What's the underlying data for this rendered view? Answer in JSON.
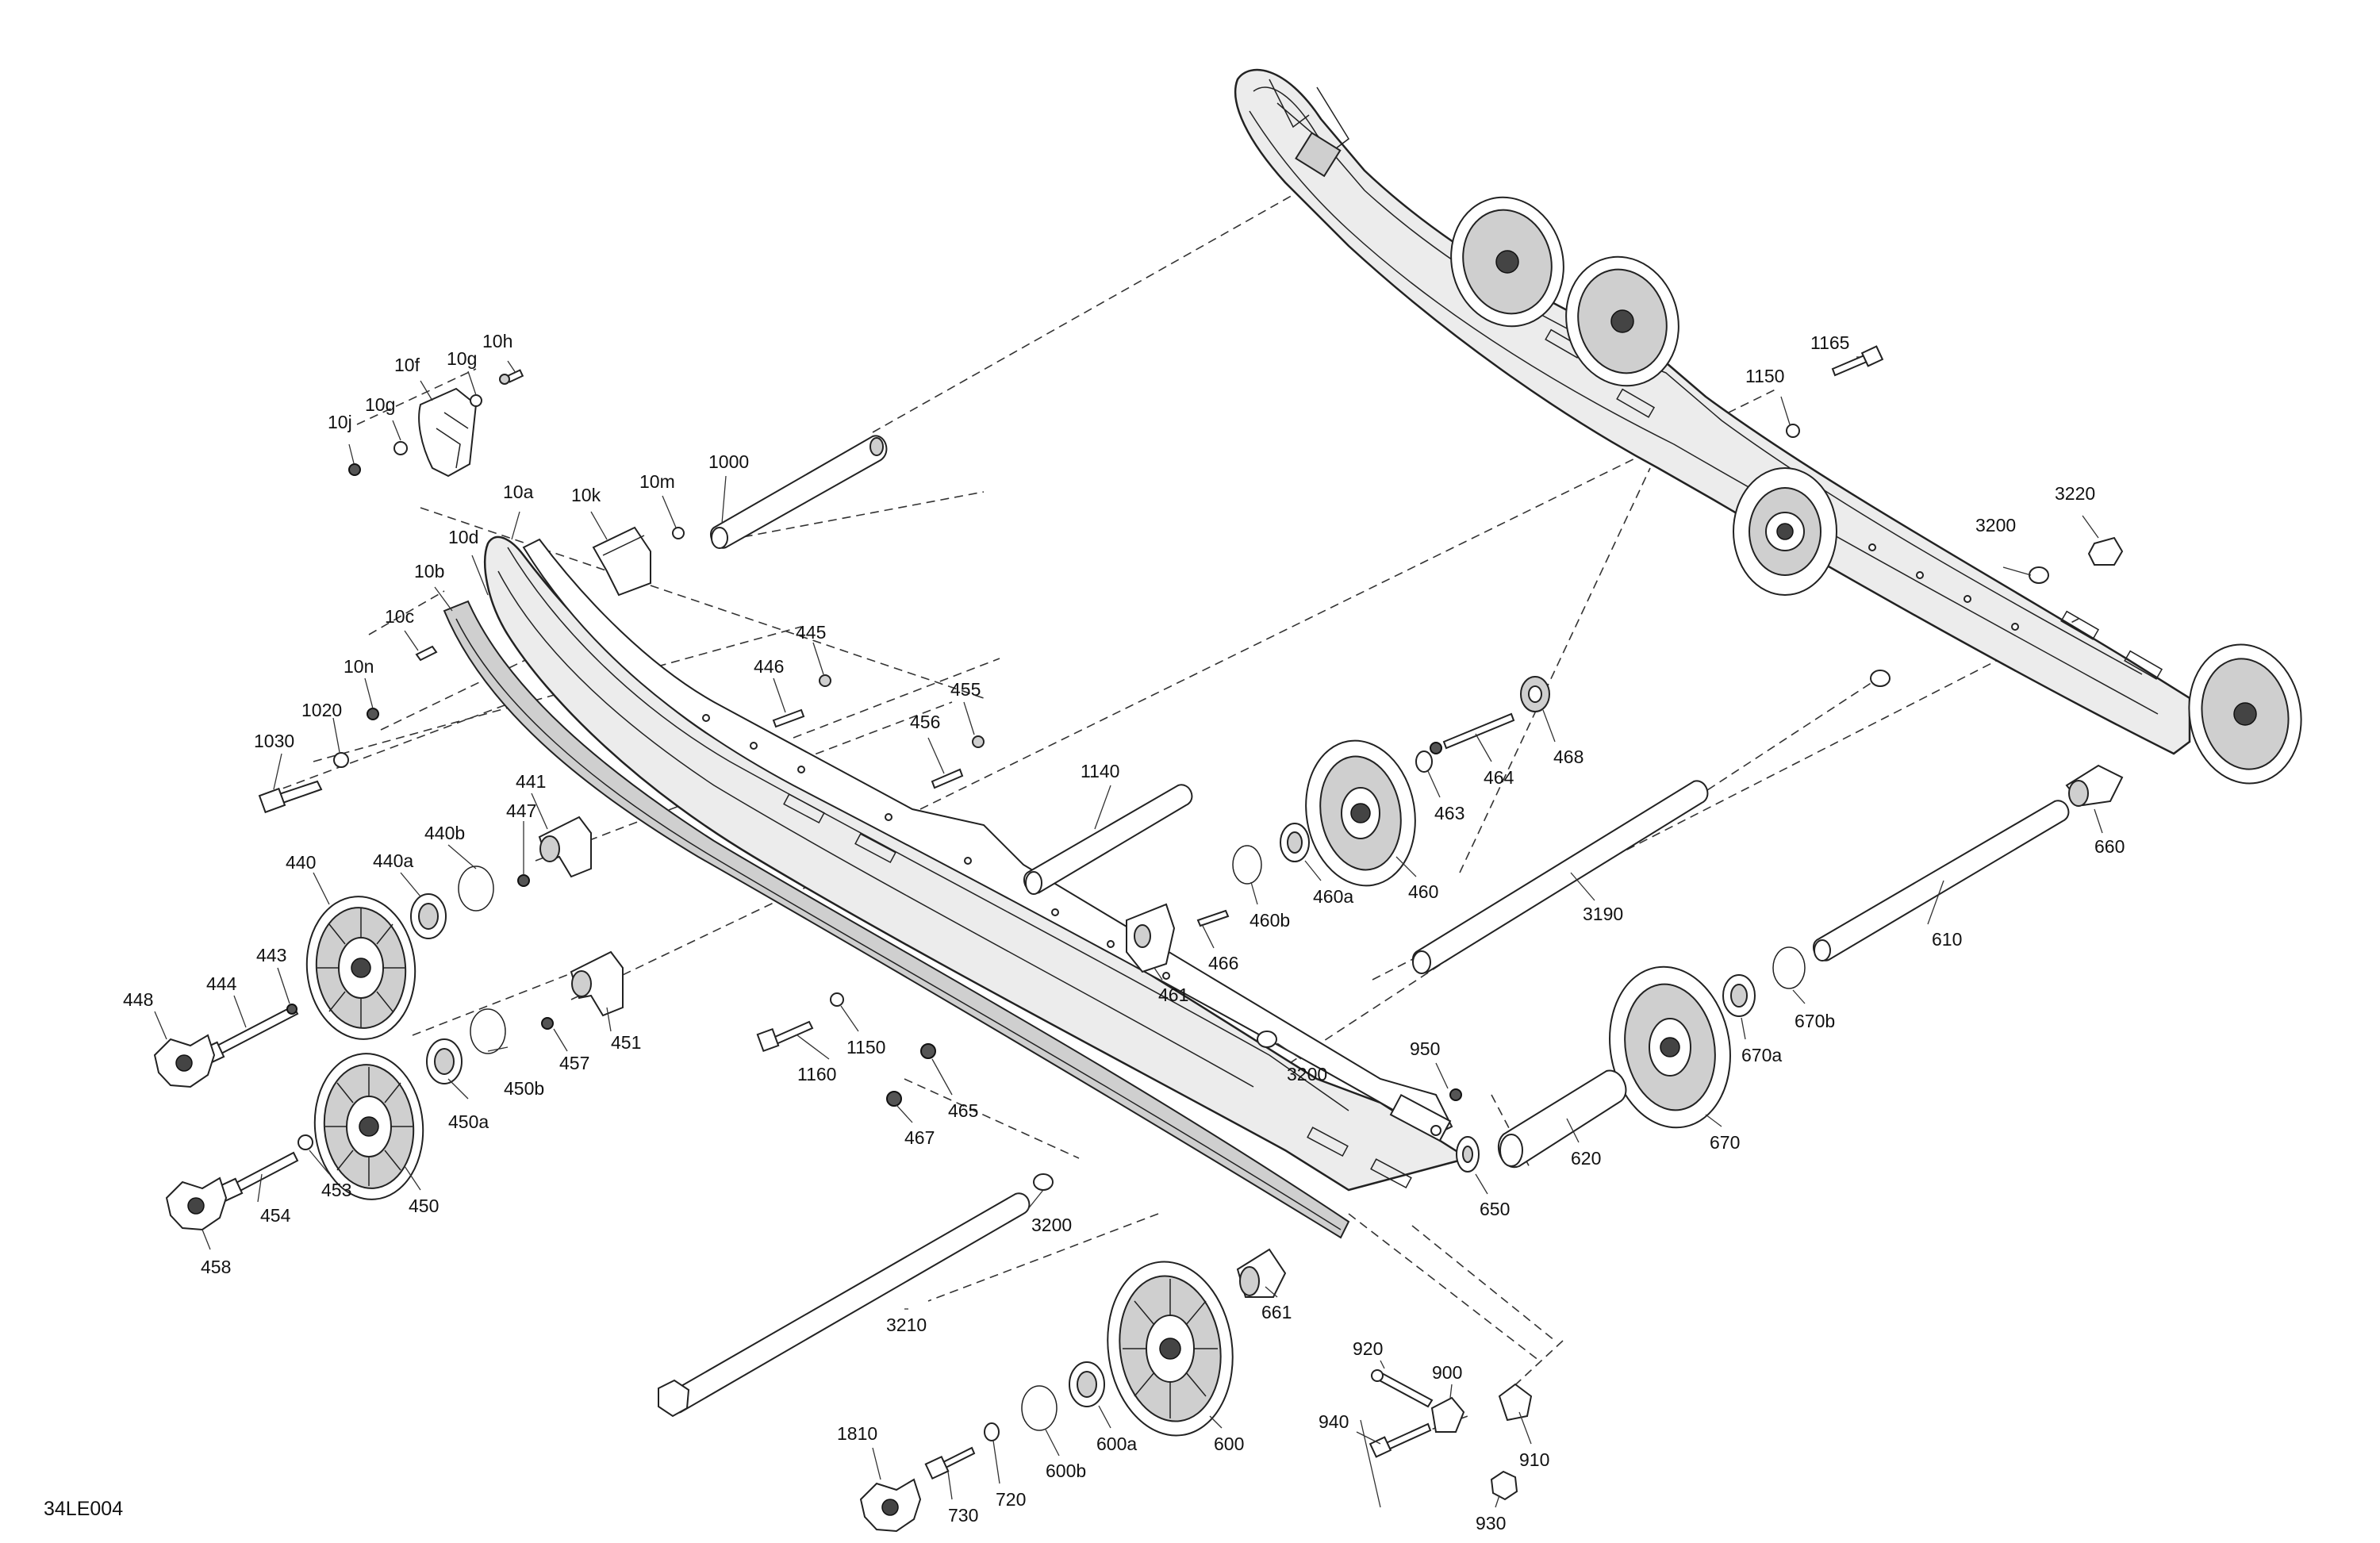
{
  "figure": {
    "ref_code": "34LE004",
    "callouts": [
      {
        "id": "10h",
        "label": "10h"
      },
      {
        "id": "10f",
        "label": "10f"
      },
      {
        "id": "10g1",
        "label": "10g"
      },
      {
        "id": "10g2",
        "label": "10g"
      },
      {
        "id": "10j",
        "label": "10j"
      },
      {
        "id": "10k",
        "label": "10k"
      },
      {
        "id": "10m",
        "label": "10m"
      },
      {
        "id": "10a",
        "label": "10a"
      },
      {
        "id": "10d",
        "label": "10d"
      },
      {
        "id": "10b",
        "label": "10b"
      },
      {
        "id": "10c",
        "label": "10c"
      },
      {
        "id": "10n",
        "label": "10n"
      },
      {
        "id": "1000",
        "label": "1000"
      },
      {
        "id": "1020",
        "label": "1020"
      },
      {
        "id": "1030",
        "label": "1030"
      },
      {
        "id": "445",
        "label": "445"
      },
      {
        "id": "446",
        "label": "446"
      },
      {
        "id": "455",
        "label": "455"
      },
      {
        "id": "456",
        "label": "456"
      },
      {
        "id": "447",
        "label": "447"
      },
      {
        "id": "441",
        "label": "441"
      },
      {
        "id": "440b",
        "label": "440b"
      },
      {
        "id": "440a",
        "label": "440a"
      },
      {
        "id": "440",
        "label": "440"
      },
      {
        "id": "443",
        "label": "443"
      },
      {
        "id": "444",
        "label": "444"
      },
      {
        "id": "448",
        "label": "448"
      },
      {
        "id": "451",
        "label": "451"
      },
      {
        "id": "457",
        "label": "457"
      },
      {
        "id": "450b",
        "label": "450b"
      },
      {
        "id": "450a",
        "label": "450a"
      },
      {
        "id": "450",
        "label": "450"
      },
      {
        "id": "453",
        "label": "453"
      },
      {
        "id": "454",
        "label": "454"
      },
      {
        "id": "458",
        "label": "458"
      },
      {
        "id": "1140",
        "label": "1140"
      },
      {
        "id": "1160",
        "label": "1160"
      },
      {
        "id": "1150a",
        "label": "1150"
      },
      {
        "id": "465",
        "label": "465"
      },
      {
        "id": "467",
        "label": "467"
      },
      {
        "id": "461",
        "label": "461"
      },
      {
        "id": "466",
        "label": "466"
      },
      {
        "id": "460b",
        "label": "460b"
      },
      {
        "id": "460a",
        "label": "460a"
      },
      {
        "id": "460",
        "label": "460"
      },
      {
        "id": "463",
        "label": "463"
      },
      {
        "id": "464",
        "label": "464"
      },
      {
        "id": "468",
        "label": "468"
      },
      {
        "id": "3190",
        "label": "3190"
      },
      {
        "id": "3200a",
        "label": "3200"
      },
      {
        "id": "3200b",
        "label": "3200"
      },
      {
        "id": "3200c",
        "label": "3200"
      },
      {
        "id": "3220",
        "label": "3220"
      },
      {
        "id": "1150b",
        "label": "1150"
      },
      {
        "id": "1165",
        "label": "1165"
      },
      {
        "id": "660",
        "label": "660"
      },
      {
        "id": "610",
        "label": "610"
      },
      {
        "id": "670b",
        "label": "670b"
      },
      {
        "id": "670a",
        "label": "670a"
      },
      {
        "id": "670",
        "label": "670"
      },
      {
        "id": "620",
        "label": "620"
      },
      {
        "id": "650",
        "label": "650"
      },
      {
        "id": "950",
        "label": "950"
      },
      {
        "id": "3210",
        "label": "3210"
      },
      {
        "id": "661",
        "label": "661"
      },
      {
        "id": "600",
        "label": "600"
      },
      {
        "id": "600a",
        "label": "600a"
      },
      {
        "id": "600b",
        "label": "600b"
      },
      {
        "id": "720",
        "label": "720"
      },
      {
        "id": "730",
        "label": "730"
      },
      {
        "id": "1810",
        "label": "1810"
      },
      {
        "id": "920",
        "label": "920"
      },
      {
        "id": "900",
        "label": "900"
      },
      {
        "id": "940",
        "label": "940"
      },
      {
        "id": "910",
        "label": "910"
      },
      {
        "id": "930",
        "label": "930"
      }
    ]
  }
}
